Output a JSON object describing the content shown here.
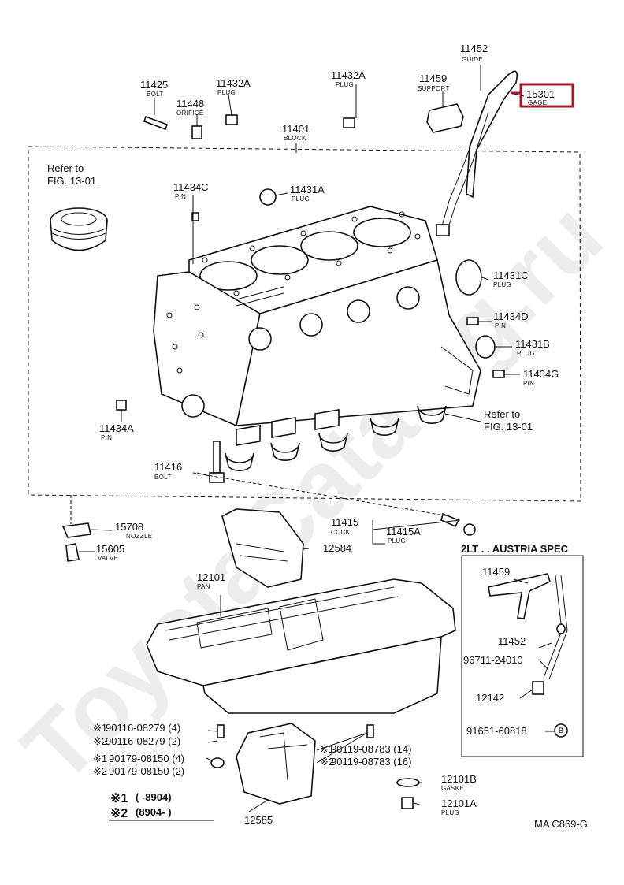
{
  "watermark": "ToyotaCatalog.ru",
  "diagram_code": "MA C869-G",
  "parts": [
    {
      "num": "11425",
      "desc": "BOLT"
    },
    {
      "num": "11448",
      "desc": "ORIFICE"
    },
    {
      "num": "11432A",
      "desc": "PLUG"
    },
    {
      "num": "11432A",
      "desc": "PLUG"
    },
    {
      "num": "11452",
      "desc": "GUIDE"
    },
    {
      "num": "11459",
      "desc": "SUPPORT"
    },
    {
      "num": "15301",
      "desc": "GAGE"
    },
    {
      "num": "11401",
      "desc": "BLOCK"
    },
    {
      "num": "11434C",
      "desc": "PIN"
    },
    {
      "num": "11431A",
      "desc": "PLUG"
    },
    {
      "num": "11431C",
      "desc": "PLUG"
    },
    {
      "num": "11434D",
      "desc": "PIN"
    },
    {
      "num": "11431B",
      "desc": "PLUG"
    },
    {
      "num": "11434G",
      "desc": "PIN"
    },
    {
      "num": "11434A",
      "desc": "PIN"
    },
    {
      "num": "11416",
      "desc": "BOLT"
    },
    {
      "num": "15708",
      "desc": "NOZZLE"
    },
    {
      "num": "15605",
      "desc": "VALVE"
    },
    {
      "num": "12584",
      "desc": ""
    },
    {
      "num": "11415",
      "desc": "COCK"
    },
    {
      "num": "11415A",
      "desc": "PLUG"
    },
    {
      "num": "12101",
      "desc": "PAN"
    },
    {
      "num": "12585",
      "desc": ""
    },
    {
      "num": "12101B",
      "desc": "GASKET"
    },
    {
      "num": "12101A",
      "desc": "PLUG"
    }
  ],
  "refs": {
    "piston_ref_line1": "Refer to",
    "piston_ref_line2": "FIG. 13-01",
    "bearing_ref_line1": "Refer to",
    "bearing_ref_line2": "FIG. 13-01"
  },
  "austria_box": {
    "title": "2LT . . AUSTRIA SPEC",
    "items": [
      "11459",
      "11452",
      "96711-24010",
      "12142",
      "91651-60818"
    ],
    "circle_mark": "B"
  },
  "bolt_notes": [
    {
      "mark": "※1",
      "text": "90116-08279 (4)"
    },
    {
      "mark": "※2",
      "text": "90116-08279 (2)"
    },
    {
      "mark": "※1",
      "text": "90179-08150 (4)"
    },
    {
      "mark": "※2",
      "text": "90179-08150 (2)"
    },
    {
      "mark": "※1",
      "text": "90119-08783 (14)"
    },
    {
      "mark": "※2",
      "text": "90119-08783 (16)"
    }
  ],
  "legend": [
    {
      "mark": "※1",
      "range": "(        -8904)"
    },
    {
      "mark": "※2",
      "range": "(8904-        )"
    }
  ],
  "highlight_color": "#a3192b"
}
